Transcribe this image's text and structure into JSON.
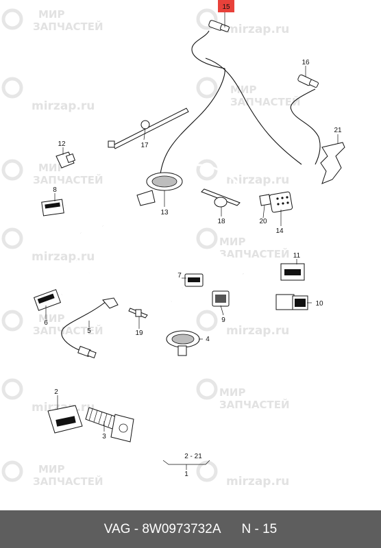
{
  "watermark": {
    "brand_line1": "МИР",
    "brand_line2": "ЗАПЧАСТЕЙ",
    "url": "mirzap.ru"
  },
  "callouts": {
    "c1": "1",
    "c2": "2",
    "c3": "3",
    "c4": "4",
    "c5": "5",
    "c6": "6",
    "c7": "7",
    "c8": "8",
    "c9": "9",
    "c10": "10",
    "c11": "11",
    "c12": "12",
    "c13": "13",
    "c14": "14",
    "c15": "15",
    "c16": "16",
    "c17": "17",
    "c18": "18",
    "c19": "19",
    "c20": "20",
    "c21": "21",
    "range": "2 - 21"
  },
  "highlight_color": "#e8413a",
  "footer": {
    "part_number": "VAG - 8W0973732A",
    "position": "N - 15"
  }
}
